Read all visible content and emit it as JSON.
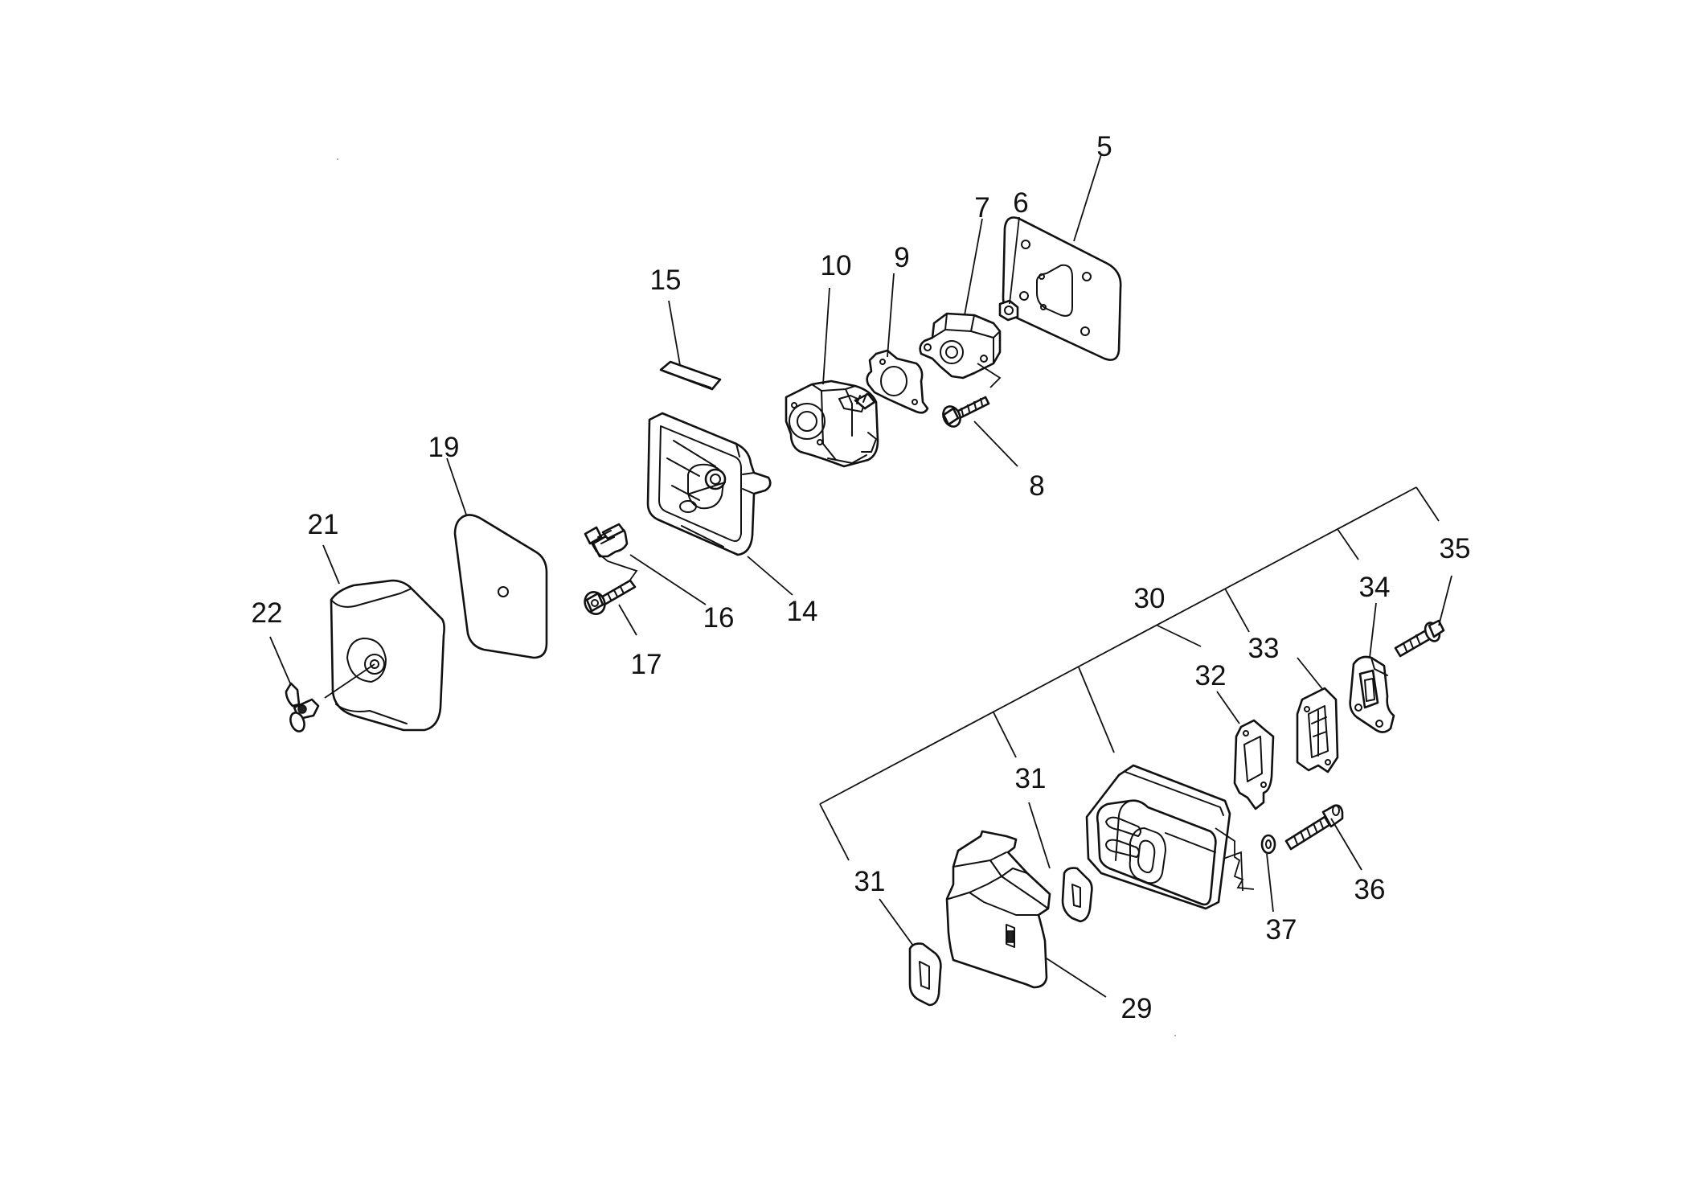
{
  "labels": {
    "l5": "5",
    "l6": "6",
    "l7": "7",
    "l8": "8",
    "l9": "9",
    "l10": "10",
    "l14": "14",
    "l15": "15",
    "l16": "16",
    "l17": "17",
    "l19": "19",
    "l21": "21",
    "l22": "22",
    "l29": "29",
    "l30": "30",
    "l31a": "31",
    "l31b": "31",
    "l32": "32",
    "l33": "33",
    "l34": "34",
    "l35": "35",
    "l36": "36",
    "l37": "37"
  },
  "parts": [
    {
      "part": "5",
      "icon": "insulator-plate-icon"
    },
    {
      "part": "6",
      "icon": "nut-icon"
    },
    {
      "part": "7",
      "icon": "carburetor-insulator-icon"
    },
    {
      "part": "8",
      "icon": "bolt-icon"
    },
    {
      "part": "9",
      "icon": "gasket-icon"
    },
    {
      "part": "10",
      "icon": "carburetor-icon"
    },
    {
      "part": "14",
      "icon": "air-cleaner-case-icon"
    },
    {
      "part": "15",
      "icon": "pad-icon"
    },
    {
      "part": "16",
      "icon": "bracket-icon"
    },
    {
      "part": "17",
      "icon": "bolt-icon"
    },
    {
      "part": "19",
      "icon": "air-filter-element-icon"
    },
    {
      "part": "21",
      "icon": "air-cleaner-cover-icon"
    },
    {
      "part": "22",
      "icon": "wing-nut-icon"
    },
    {
      "part": "29",
      "icon": "muffler-cover-icon"
    },
    {
      "part": "30",
      "icon": "muffler-icon"
    },
    {
      "part": "31",
      "icon": "gasket-icon"
    },
    {
      "part": "32",
      "icon": "gasket-icon"
    },
    {
      "part": "33",
      "icon": "gasket-icon"
    },
    {
      "part": "34",
      "icon": "muffler-plate-icon"
    },
    {
      "part": "35",
      "icon": "bolt-icon"
    },
    {
      "part": "36",
      "icon": "bolt-icon"
    },
    {
      "part": "37",
      "icon": "washer-icon"
    }
  ]
}
